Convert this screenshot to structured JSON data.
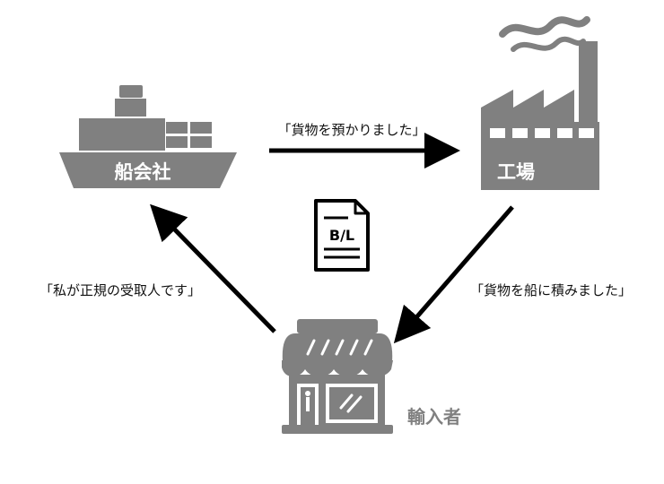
{
  "nodes": {
    "shipping_company": "船会社",
    "factory": "工場",
    "importer": "輸入者"
  },
  "document": {
    "bl": "B/L"
  },
  "messages": {
    "shipping_to_factory": "「貨物を預かりました」",
    "factory_to_importer": "「貨物を船に積みました」",
    "importer_to_shipping": "「私が正規の受取人です」"
  },
  "colors": {
    "icon_gray": "#808080",
    "arrow_black": "#000000",
    "text_black": "#111111",
    "white": "#ffffff"
  },
  "icons": {
    "ship": "ship-icon",
    "factory": "factory-icon",
    "store": "store-icon",
    "document": "document-icon"
  }
}
